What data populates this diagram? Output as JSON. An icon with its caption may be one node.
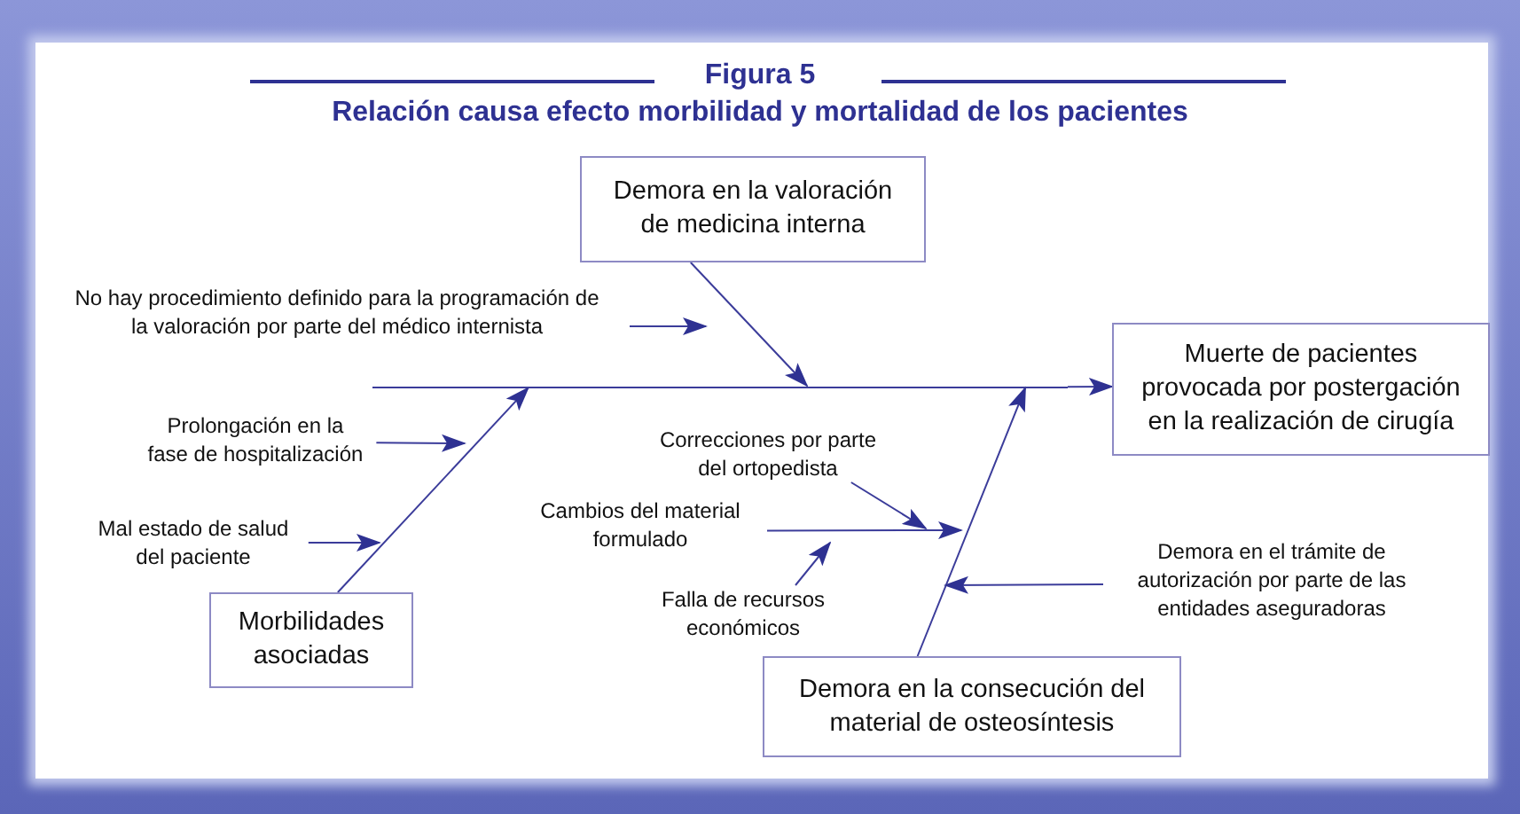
{
  "diagram": {
    "title": "Figura 5",
    "nodes": [
      {
        "text": [
          "Demora en la valoración de medicina interna"
        ]
      },
      {
        "text": [
          "Muerte de pacientes provocada por postergación en la realización de cirugía"
        ]
      },
      {
        "text": [
          "Morbilidades asociadas"
        ]
      },
      {
        "text": [
          "Demora en la consecución del material de osteosíntesis"
        ]
      },
      {
        "text": [
          "No hay procedimiento definido para la programación de la valoración por parte del médico internista"
        ]
      },
      {
        "text": [
          "Prolongación en la fase de hospitalización"
        ]
      },
      {
        "text": [
          "Mal estado de salud del paciente"
        ]
      },
      {
        "text": [
          "Correcciones por parte del ortopedista"
        ]
      },
      {
        "text": [
          "Cambios del material formulado"
        ]
      },
      {
        "text": [
          "Falla de recursos económicos"
        ]
      },
      {
        "text": [
          "Demora en el trámite de autorización por parte de las entidades aseguradoras"
        ]
      },
      {
        "text": [],
        "shape": "bar"
      }
    ],
    "edges": [
      {
        "from": 11,
        "to": 1,
        "arrow": "to"
      },
      {
        "from": 0,
        "to": 11,
        "arrow": "to"
      },
      {
        "from": 2,
        "to": 11,
        "arrow": "to"
      },
      {
        "from": 3,
        "to": 11,
        "arrow": "to"
      },
      {
        "from": 4,
        "to": null,
        "arrow": "to"
      },
      {
        "from": 5,
        "to": null,
        "arrow": "to"
      },
      {
        "from": 6,
        "to": null,
        "arrow": "to"
      },
      {
        "from": 7,
        "to": null,
        "arrow": "to"
      },
      {
        "from": 8,
        "to": null,
        "arrow": "to"
      },
      {
        "from": 9,
        "to": null,
        "arrow": "to"
      },
      {
        "from": 10,
        "to": null,
        "arrow": "to"
      }
    ],
    "labels": [
      "Relación causa efecto morbilidad y mortalidad de los pacientes"
    ]
  }
}
